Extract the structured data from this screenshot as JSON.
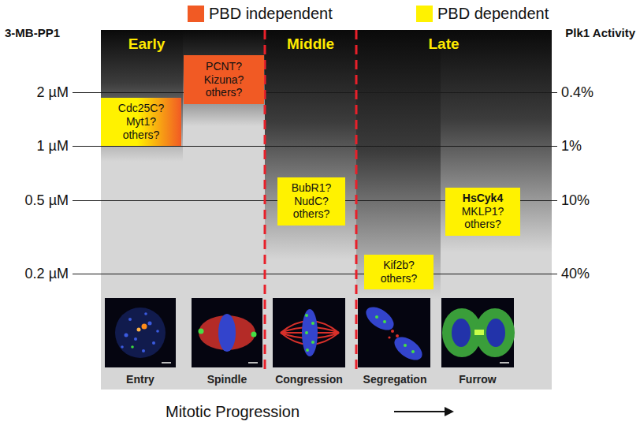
{
  "diagram": {
    "nodes": [
      {
        "text": [
          "Cdc25C? Myt1? others?"
        ]
      },
      {
        "text": [
          "PCNT? Kizuna? others?"
        ]
      },
      {
        "text": [
          "BubR1? NudC? others?"
        ]
      },
      {
        "text": [
          "Kif2b? others?"
        ]
      },
      {
        "text": [
          "HsCyk4",
          "MKLP1? others?"
        ]
      }
    ],
    "labels": [
      "3-MB-PP1",
      "Plk1 Activity",
      "Early",
      "Middle",
      "Late",
      "2 µM",
      "1 µM",
      "0.5 µM",
      "0.2 µM",
      "0.4%",
      "1%",
      "10%",
      "40%",
      "Entry",
      "Spindle",
      "Congression",
      "Segregation",
      "Furrow",
      "Mitotic Progression"
    ],
    "legend": [
      {
        "text": "PBD independent",
        "color": "#f15a24"
      },
      {
        "text": "PBD dependent",
        "color": "#fff200"
      }
    ]
  }
}
